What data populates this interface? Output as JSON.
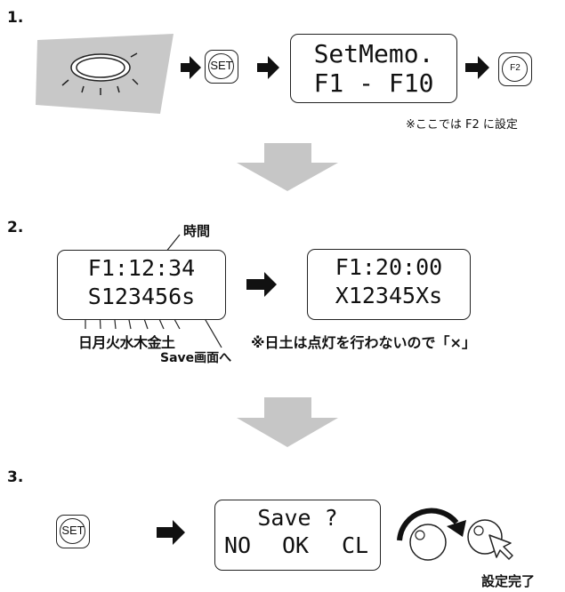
{
  "steps": {
    "one": "1.",
    "two": "2.",
    "three": "3."
  },
  "step1": {
    "set_button": "SET",
    "lcd_line1": "SetMemo.",
    "lcd_line2": "F1 - F10",
    "f2_button": "F2",
    "note": "※ここでは F2 に設定"
  },
  "step2": {
    "time_label": "時間",
    "lcd_a_line1": "F1:12:34",
    "lcd_a_line2": "S123456s",
    "weekdays": "日月火水木金土",
    "save_label": "Save画面へ",
    "lcd_b_line1": "F1:20:00",
    "lcd_b_line2": "X12345Xs",
    "note": "※日土は点灯を行わないので「×」"
  },
  "step3": {
    "set_button": "SET",
    "lcd_line1": "Save ?",
    "lcd_no": "NO",
    "lcd_ok": "OK",
    "lcd_cl": "CL",
    "done_label": "設定完了"
  },
  "colors": {
    "panel_gray": "#c8c8c8",
    "down_arrow_gray": "#c6c6c6",
    "ink": "#111111"
  }
}
